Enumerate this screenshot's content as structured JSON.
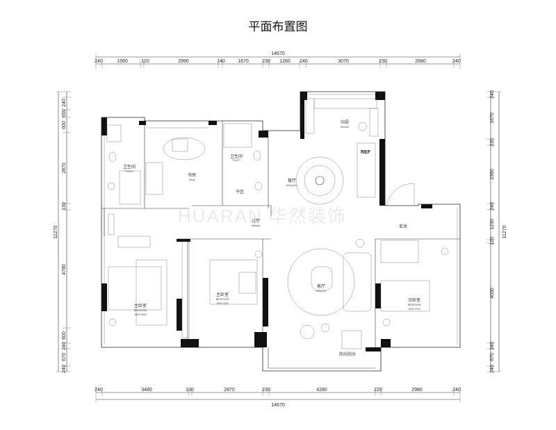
{
  "title": "平面布置图",
  "watermark": "HUARAN 华然装饰",
  "dimensions": {
    "top_total": "14670",
    "top": [
      "240",
      "1560",
      "120",
      "2990",
      "140",
      "1670",
      "230",
      "1260",
      "240",
      "3070",
      "230",
      "2680",
      "240"
    ],
    "bottom_total": "14670",
    "bottom": [
      "240",
      "3480",
      "130",
      "2870",
      "230",
      "4280",
      "220",
      "2980",
      "240"
    ],
    "left_total": "11270",
    "left": [
      "240",
      "670",
      "240",
      "600",
      "4780",
      "130",
      "2870",
      "600",
      "650",
      "240"
    ],
    "right_total": "11270",
    "right": [
      "240",
      "1670",
      "230",
      "2360",
      "240",
      "1230",
      "120",
      "4030",
      "240",
      "670",
      "240"
    ]
  },
  "rooms": {
    "bath1": {
      "cn": "卫生间",
      "en": "TOILET"
    },
    "study": {
      "cn": "书房",
      "en": "Study"
    },
    "bath2": {
      "cn": "卫生间",
      "en": "TOILET"
    },
    "dry": {
      "cn": "干区"
    },
    "kitchen": {
      "cn": "中厨",
      "en": "Kitchen"
    },
    "dining": {
      "cn": "餐厅",
      "en": "Dining Ro."
    },
    "hall": {
      "cn": "过厅",
      "en": "Hallway"
    },
    "entry": {
      "cn": "玄关"
    },
    "master": {
      "cn": "主卧室",
      "en": "BEDROOM",
      "bed": "1800*2000"
    },
    "second": {
      "cn": "主卧室",
      "en": "BEDROOM",
      "bed": "1800*2200"
    },
    "living": {
      "cn": "客厅",
      "en": "Living Ro."
    },
    "third": {
      "cn": "次卧室",
      "en": "BEDROOM",
      "bed": "1500*2100"
    },
    "balcony": {
      "cn": "阳光阳台"
    },
    "ref": "REF"
  }
}
